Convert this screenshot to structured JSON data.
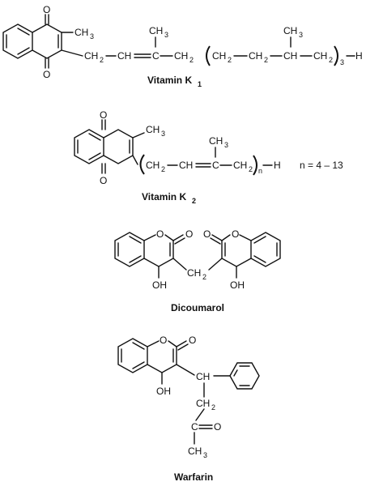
{
  "structures": {
    "vitamin_k1": {
      "caption": "Vitamin K",
      "caption_sub": "1",
      "labels": {
        "o_top": "O",
        "o_bottom": "O",
        "ch3_ring": "CH",
        "ch3_ring_sub": "3",
        "ch3_branch": "CH",
        "ch3_branch_sub": "3",
        "ch3_repeat": "CH",
        "ch3_repeat_sub": "3",
        "ch2_a": "CH",
        "ch2_a_sub": "2",
        "ch": "CH",
        "c": "C",
        "ch2_b": "CH",
        "ch2_b_sub": "2",
        "ch2_c": "CH",
        "ch2_c_sub": "2",
        "ch2_d": "CH",
        "ch2_d_sub": "2",
        "ch_repeat": "CH",
        "ch2_e": "CH",
        "ch2_e_sub": "2",
        "repeat_count": "3",
        "h_end": "H"
      }
    },
    "vitamin_k2": {
      "caption": "Vitamin K",
      "caption_sub": "2",
      "n_range": "n = 4 – 13",
      "labels": {
        "o_top": "O",
        "o_bottom": "O",
        "ch3_ring": "CH",
        "ch3_ring_sub": "3",
        "ch3_branch": "CH",
        "ch3_branch_sub": "3",
        "ch2_a": "CH",
        "ch2_a_sub": "2",
        "ch": "CH",
        "c": "C",
        "ch2_b": "CH",
        "ch2_b_sub": "2",
        "repeat_n": "n",
        "h_end": "H"
      }
    },
    "dicoumarol": {
      "caption": "Dicoumarol",
      "labels": {
        "o_ring_left": "O",
        "o_carbonyl_left": "O",
        "o_carbonyl_right": "O",
        "o_ring_right": "O",
        "oh_left": "OH",
        "oh_right": "OH",
        "ch2_bridge": "CH",
        "ch2_bridge_sub": "2"
      }
    },
    "warfarin": {
      "caption": "Warfarin",
      "labels": {
        "o_ring": "O",
        "o_carbonyl": "O",
        "oh": "OH",
        "ch": "CH",
        "ch2": "CH",
        "ch2_sub": "2",
        "c": "C",
        "o_ketone": "O",
        "ch3": "CH",
        "ch3_sub": "3"
      }
    }
  }
}
